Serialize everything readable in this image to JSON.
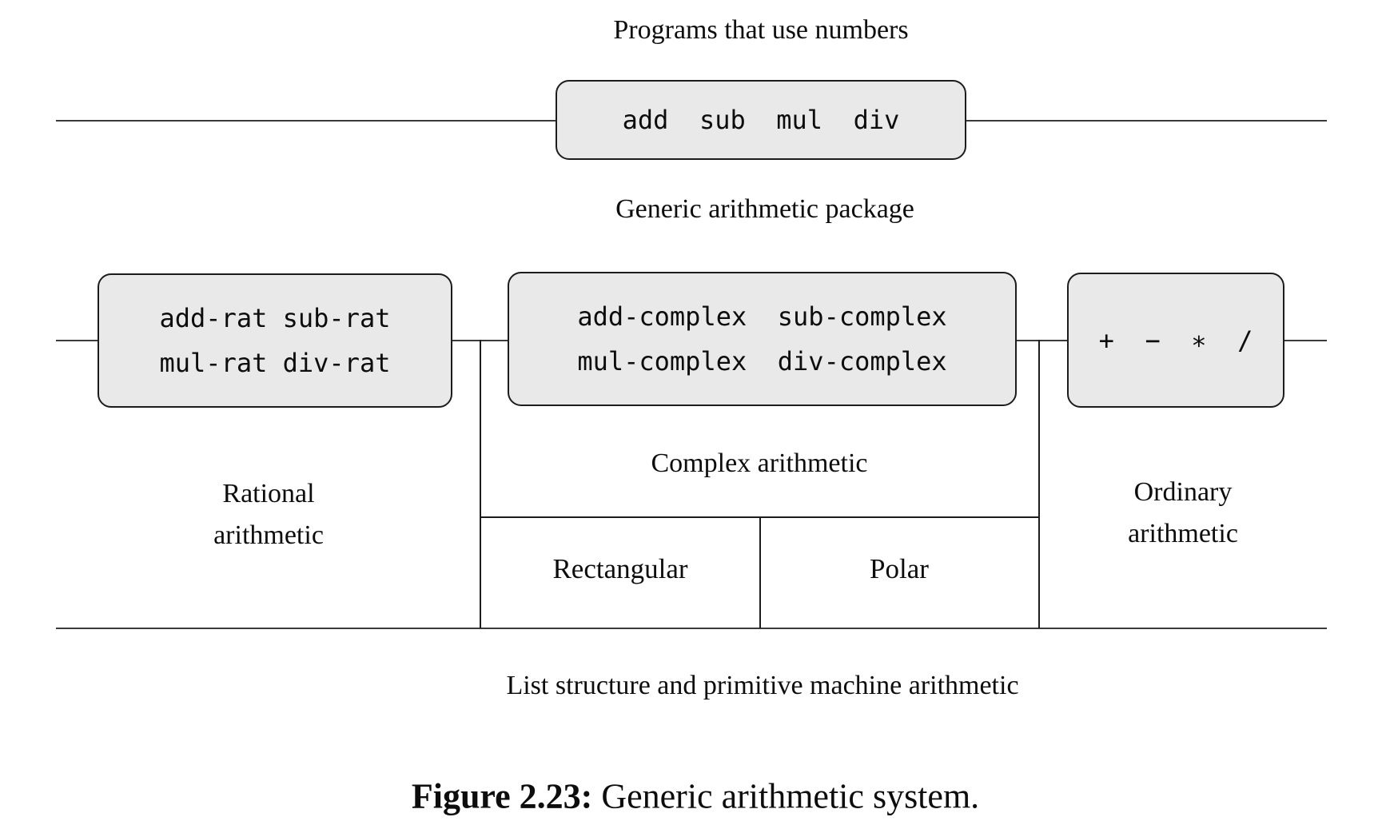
{
  "figure": {
    "top_label": "Programs that use numbers",
    "programs_box_text": "add  sub  mul  div",
    "generic_label": "Generic arithmetic package",
    "rational_box": {
      "line1": "add-rat sub-rat",
      "line2": "mul-rat div-rat"
    },
    "complex_box": {
      "line1": "add-complex  sub-complex",
      "line2": "mul-complex  div-complex"
    },
    "ordinary_box_text": "+  −  ∗  /",
    "rational_label": {
      "line1": "Rational",
      "line2": "arithmetic"
    },
    "complex_label": "Complex arithmetic",
    "ordinary_label": {
      "line1": "Ordinary",
      "line2": "arithmetic"
    },
    "rectangular_label": "Rectangular",
    "polar_label": "Polar",
    "bottom_label": "List structure and primitive machine arithmetic",
    "caption": {
      "bold": "Figure 2.23:",
      "rest": " Generic arithmetic system."
    }
  },
  "colors": {
    "background": "#ffffff",
    "box_fill": "#e9e9e9",
    "box_border": "#1c1c1c",
    "rule": "#3a3a3a",
    "text": "#0d0d0d"
  }
}
